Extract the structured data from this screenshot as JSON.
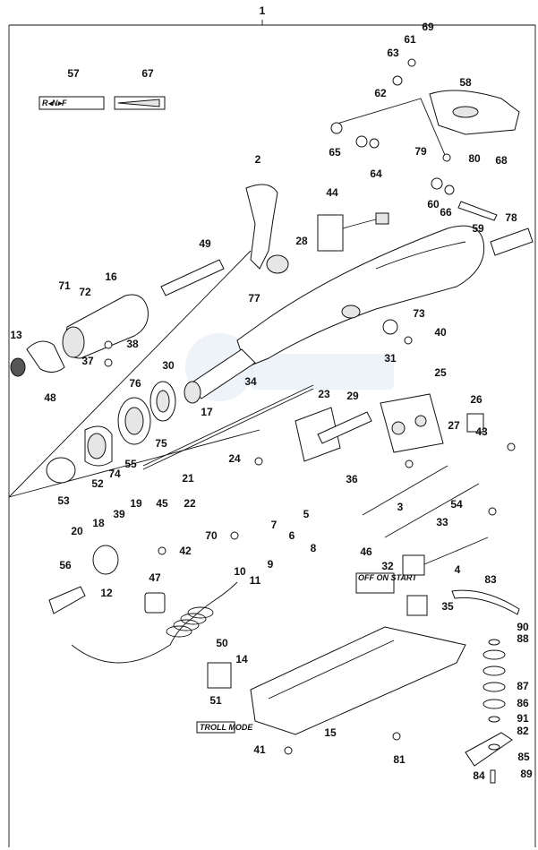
{
  "diagram": {
    "assembly_number": "1",
    "part_numbers": [
      "2",
      "3",
      "4",
      "5",
      "6",
      "7",
      "8",
      "9",
      "10",
      "11",
      "12",
      "13",
      "14",
      "15",
      "16",
      "17",
      "18",
      "19",
      "20",
      "21",
      "22",
      "23",
      "24",
      "25",
      "26",
      "27",
      "28",
      "29",
      "30",
      "31",
      "32",
      "33",
      "34",
      "35",
      "36",
      "37",
      "38",
      "39",
      "40",
      "41",
      "42",
      "43",
      "44",
      "45",
      "46",
      "47",
      "48",
      "49",
      "50",
      "51",
      "52",
      "53",
      "54",
      "55",
      "56",
      "57",
      "58",
      "59",
      "60",
      "61",
      "62",
      "63",
      "64",
      "65",
      "66",
      "67",
      "68",
      "69",
      "70",
      "71",
      "72",
      "73",
      "74",
      "75",
      "76",
      "77",
      "78",
      "79",
      "80",
      "81",
      "82",
      "83",
      "84",
      "85",
      "86",
      "87",
      "88",
      "89",
      "90",
      "91"
    ],
    "label_57_text": "R◂N▸F",
    "label_46_text": "OFF ON START",
    "label_51_text": "TROLL MODE"
  }
}
